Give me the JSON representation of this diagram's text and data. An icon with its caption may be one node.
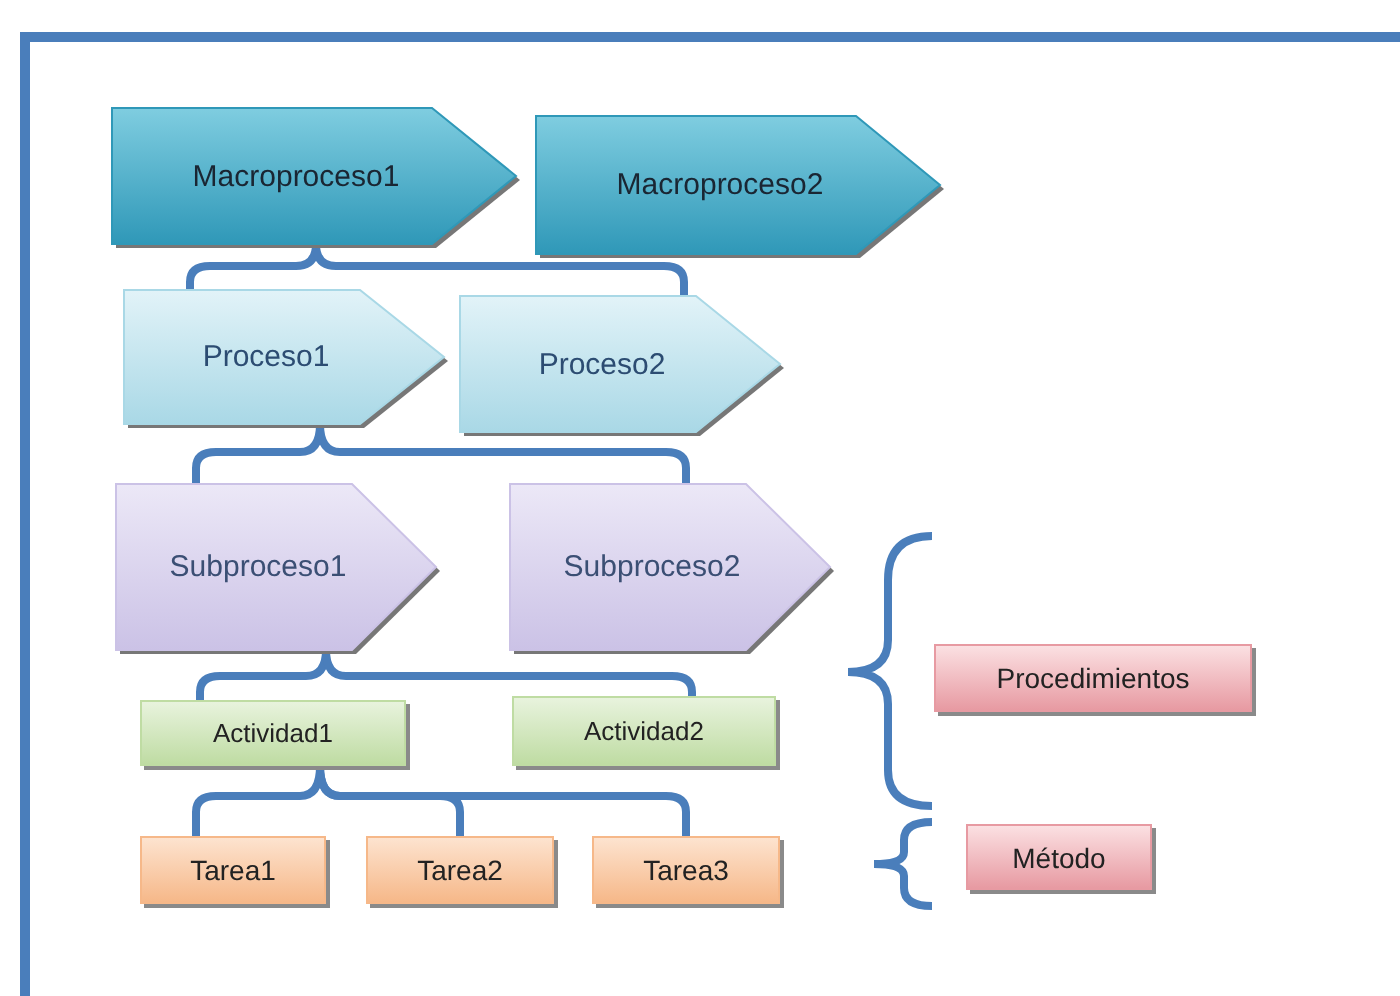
{
  "diagram": {
    "nodes": [
      {
        "text": [
          "Macroproceso1"
        ]
      },
      {
        "text": [
          "Macroproceso2"
        ]
      },
      {
        "text": [
          "Proceso1"
        ]
      },
      {
        "text": [
          "Proceso2"
        ]
      },
      {
        "text": [
          "Subproceso1"
        ]
      },
      {
        "text": [
          "Subproceso2"
        ]
      },
      {
        "text": [
          "Actividad1"
        ]
      },
      {
        "text": [
          "Actividad2"
        ]
      },
      {
        "text": [
          "Tarea1"
        ]
      },
      {
        "text": [
          "Tarea2"
        ]
      },
      {
        "text": [
          "Tarea3"
        ]
      },
      {
        "text": [
          "Procedimientos"
        ]
      },
      {
        "text": [
          "Método"
        ]
      }
    ],
    "edges": [
      {
        "from": 0,
        "to": 2,
        "arrow": "none"
      },
      {
        "from": 0,
        "to": 3,
        "arrow": "none"
      },
      {
        "from": 2,
        "to": 4,
        "arrow": "none"
      },
      {
        "from": 2,
        "to": 5,
        "arrow": "none"
      },
      {
        "from": 4,
        "to": 6,
        "arrow": "none"
      },
      {
        "from": 4,
        "to": 7,
        "arrow": "none"
      },
      {
        "from": 6,
        "to": 8,
        "arrow": "none"
      },
      {
        "from": 6,
        "to": 9,
        "arrow": "none"
      },
      {
        "from": 6,
        "to": 10,
        "arrow": "none"
      }
    ]
  }
}
